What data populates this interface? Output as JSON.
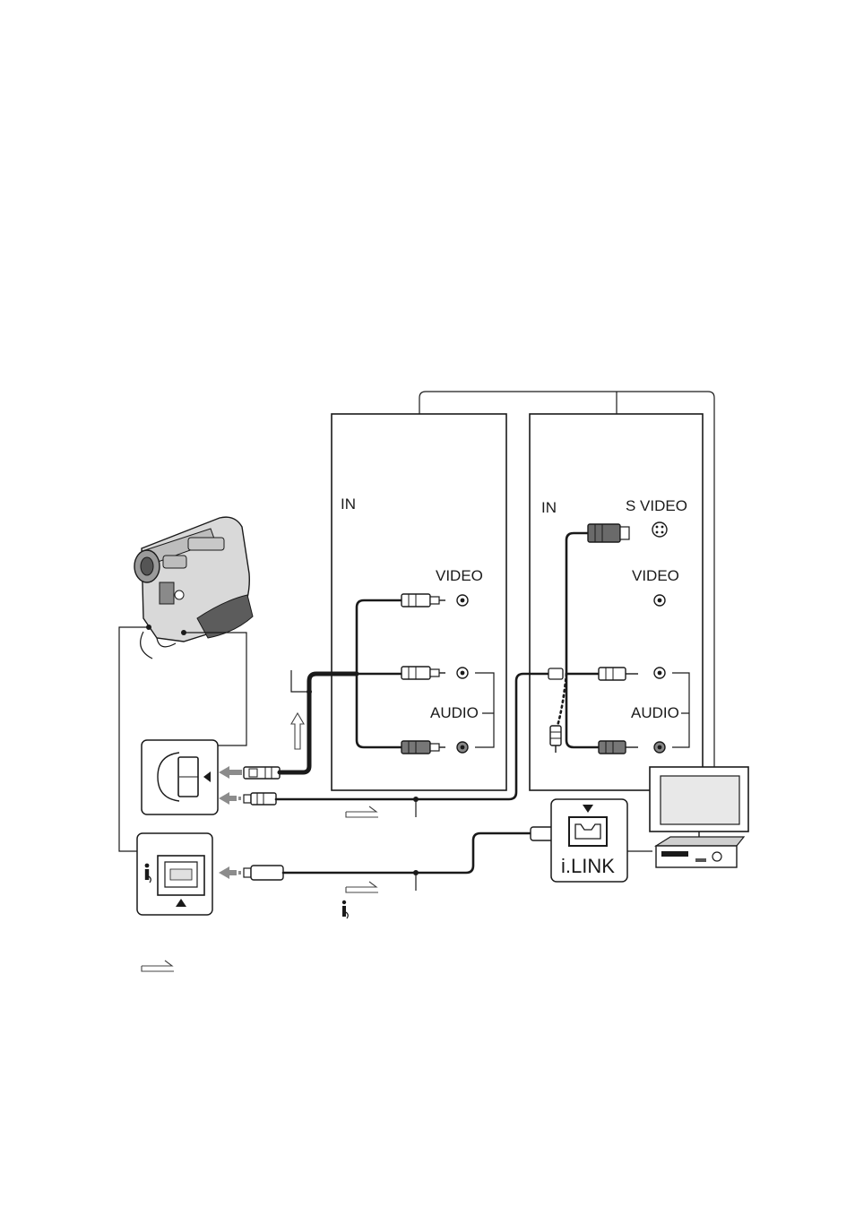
{
  "labels": {
    "vcr_left_in": "IN",
    "vcr_left_video": "VIDEO",
    "vcr_left_audio": "AUDIO",
    "vcr_right_in": "IN",
    "vcr_right_svideo": "S VIDEO",
    "vcr_right_video": "VIDEO",
    "vcr_right_audio": "AUDIO",
    "ilink_device": "i.LINK"
  },
  "icons": {
    "ilink_symbol": "i-link-icon",
    "camcorder": "camcorder-icon",
    "tv_vcr": "tv-vcr-icon",
    "signal_flow": "signal-flow-arrow-icon"
  },
  "colors": {
    "line": "#1a1a1a",
    "arrow": "#8c8c8c",
    "screen": "#e8e8e8"
  }
}
